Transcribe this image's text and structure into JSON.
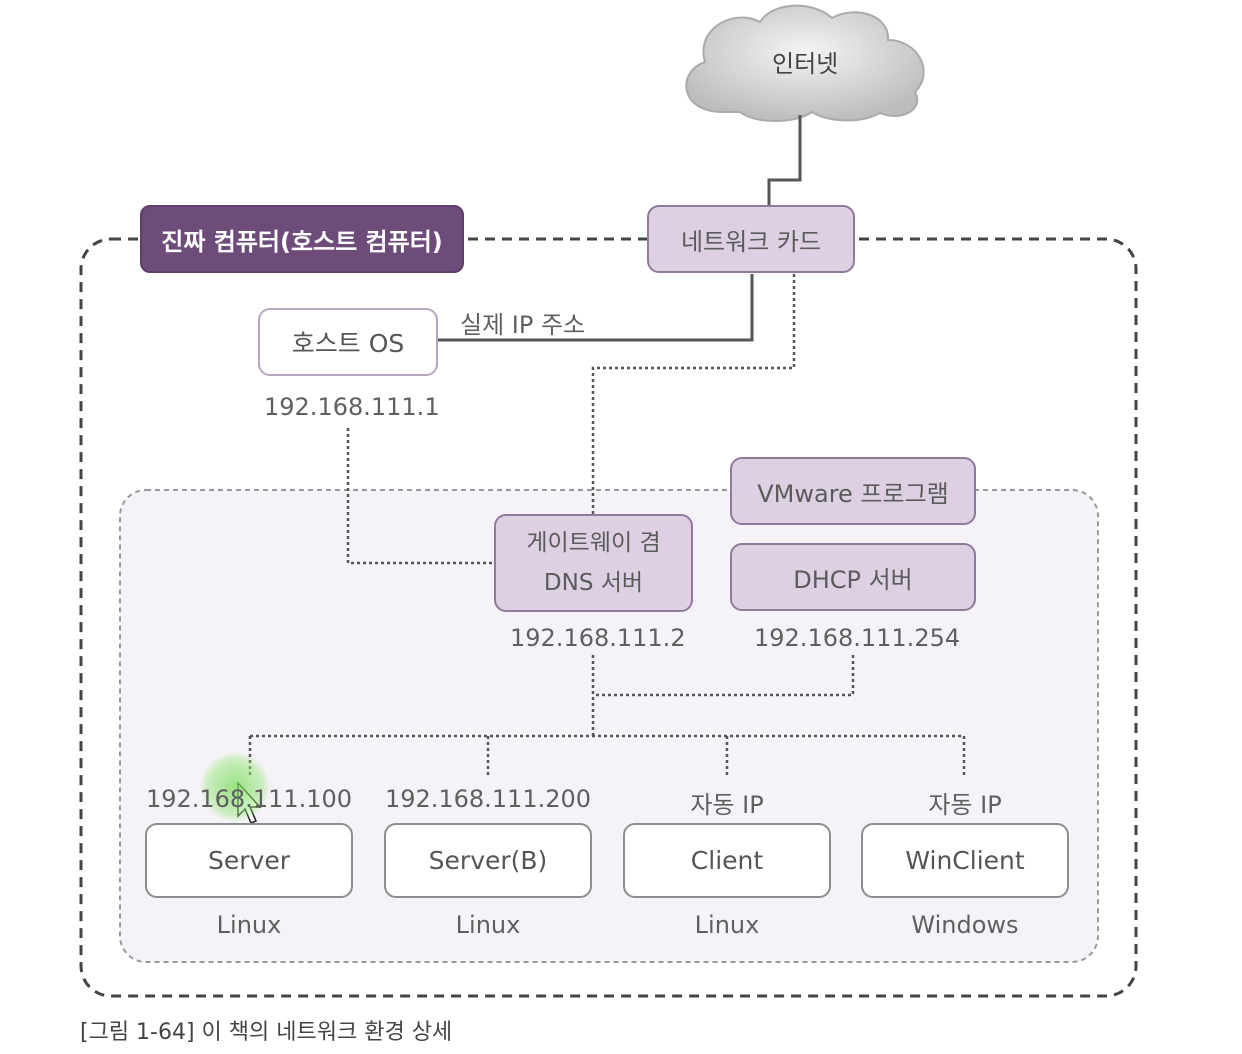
{
  "internet": "인터넷",
  "host_computer": "진짜 컴퓨터(호스트 컴퓨터)",
  "network_card": "네트워크 카드",
  "real_ip": "실제 IP 주소",
  "host_os": {
    "label": "호스트 OS",
    "ip": "192.168.111.1"
  },
  "vmware": "VMware 프로그램",
  "gateway": {
    "line1": "게이트웨이 겸",
    "line2": "DNS 서버",
    "ip": "192.168.111.2"
  },
  "dhcp": {
    "label": "DHCP 서버",
    "ip": "192.168.111.254"
  },
  "machines": [
    {
      "ip": "192.168.111.100",
      "name": "Server",
      "os": "Linux"
    },
    {
      "ip": "192.168.111.200",
      "name": "Server(B)",
      "os": "Linux"
    },
    {
      "ip": "자동 IP",
      "name": "Client",
      "os": "Linux"
    },
    {
      "ip": "자동 IP",
      "name": "WinClient",
      "os": "Windows"
    }
  ],
  "caption": "[그림 1-64] 이 책의 네트워크 환경 상세",
  "colors": {
    "host_label_bg": "#6d4c79",
    "lavender_box": "#dcd0e2",
    "vm_area": "#f6f3f8"
  }
}
